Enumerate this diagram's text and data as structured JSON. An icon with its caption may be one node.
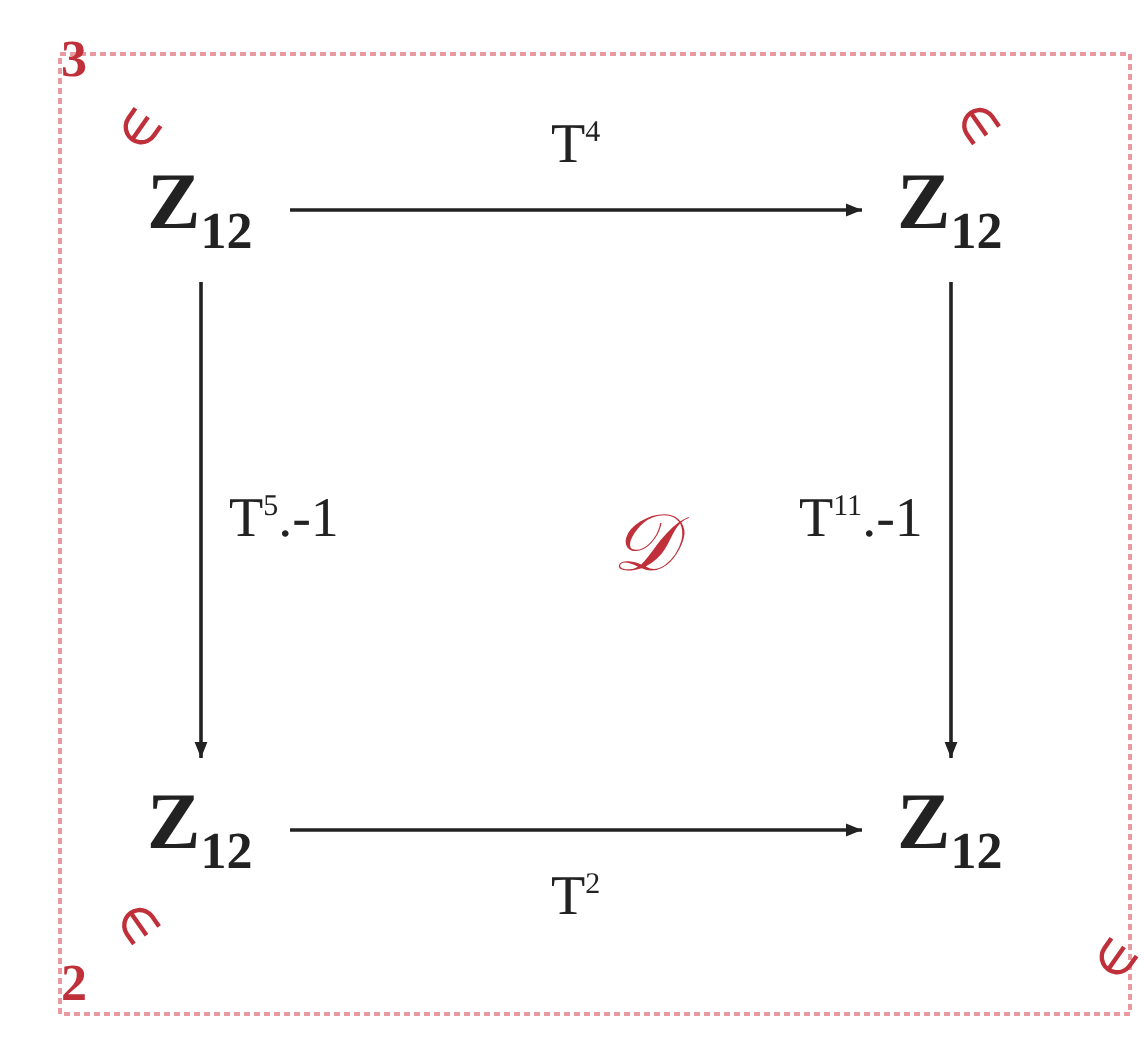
{
  "diagram": {
    "nodes": [
      {
        "text": [
          "**Z**$_{12}$"
        ]
      },
      {
        "text": [
          "**Z**$_{12}$"
        ]
      },
      {
        "text": [
          "**Z**$_{12}$"
        ]
      },
      {
        "text": [
          "**Z**$_{12}$"
        ]
      }
    ],
    "edges": [
      {
        "from": 0,
        "to": 1,
        "arrow": "to",
        "label": "T$^{4}$"
      },
      {
        "from": 0,
        "to": 2,
        "arrow": "to",
        "label": "T$^{5}$.-1"
      },
      {
        "from": 1,
        "to": 3,
        "arrow": "to",
        "label": "T$^{11}$.-1"
      },
      {
        "from": 2,
        "to": 3,
        "arrow": "to",
        "label": "T$^{2}$"
      }
    ],
    "labels": [
      "3",
      "∈",
      "∈",
      "𝒟",
      "2",
      "∈",
      "∈"
    ]
  }
}
